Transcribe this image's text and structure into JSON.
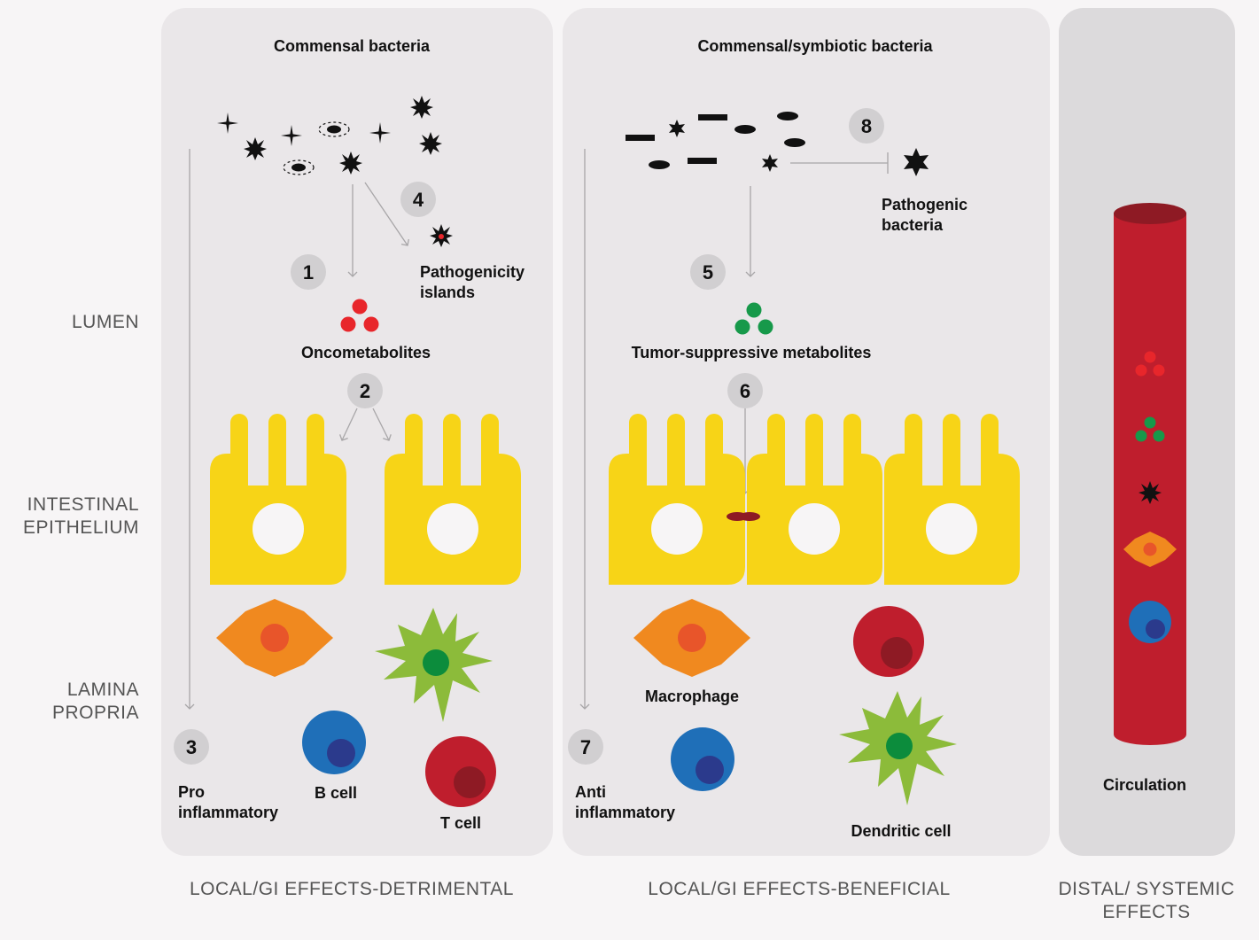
{
  "colors": {
    "panel": "#eae7e9",
    "panel_systemic": "#dcdadc",
    "epithelium": "#f7d417",
    "macrophage": "#f0891f",
    "macrophage_nucleus": "#e8552a",
    "dendritic": "#8cbb3a",
    "dendritic_nucleus": "#0c8c3c",
    "b_cell": "#1f6fb8",
    "b_cell_nucleus": "#2b3a8c",
    "t_cell": "#bf1e2d",
    "t_cell_nucleus": "#8e1a24",
    "onco_metabolite": "#e8262b",
    "suppressive_metabolite": "#17994a",
    "vessel": "#bf1e2d",
    "vessel_top": "#8e1a24",
    "number_badge": "#d1cfd1",
    "arrow": "#a8a6a8"
  },
  "side_labels": {
    "lumen": "LUMEN",
    "epithelium_line1": "INTESTINAL",
    "epithelium_line2": "EPITHELIUM",
    "lamina_line1": "LAMINA",
    "lamina_line2": "PROPRIA"
  },
  "panels": {
    "detrimental": {
      "title": "Commensal bacteria",
      "footer": "LOCAL/GI EFFECTS-DETRIMENTAL",
      "badges": [
        "1",
        "2",
        "3",
        "4"
      ],
      "pathogenicity_line1": "Pathogenicity",
      "pathogenicity_line2": "islands",
      "metabolites": "Oncometabolites",
      "pro_line1": "Pro",
      "pro_line2": "inflammatory",
      "b_cell": "B cell",
      "t_cell": "T cell"
    },
    "beneficial": {
      "title": "Commensal/symbiotic bacteria",
      "footer": "LOCAL/GI EFFECTS-BENEFICIAL",
      "badges": [
        "5",
        "6",
        "7",
        "8"
      ],
      "pathogenic_line1": "Pathogenic",
      "pathogenic_line2": "bacteria",
      "metabolites": "Tumor-suppressive metabolites",
      "macrophage": "Macrophage",
      "anti_line1": "Anti",
      "anti_line2": "inflammatory",
      "dendritic": "Dendritic cell"
    },
    "systemic": {
      "circulation": "Circulation",
      "footer_line1": "DISTAL/ SYSTEMIC",
      "footer_line2": "EFFECTS"
    }
  }
}
